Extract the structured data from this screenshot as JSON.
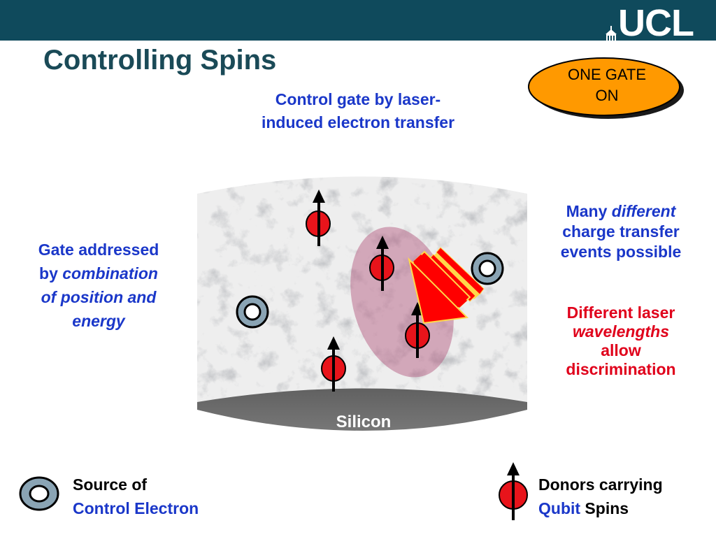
{
  "header": {
    "logo_text": "UCL",
    "title": "Controlling Spins"
  },
  "badge": {
    "line1": "ONE GATE",
    "line2": "ON",
    "fill_color": "#ff9900"
  },
  "center_heading": {
    "line1": "Control gate by laser-",
    "line2": "induced electron transfer"
  },
  "left_note": {
    "line1_normal": "Gate addressed",
    "line2_prefix": "by ",
    "line2_italic": "combination",
    "line3_italic": "of position and",
    "line4_italic": "energy"
  },
  "right_note_1": {
    "line1_normal": "Many ",
    "line1_italic": "different",
    "line2": "charge transfer",
    "line3": "events possible"
  },
  "right_note_2": {
    "line1": "Different laser",
    "line2_italic": "wavelengths",
    "line3": "allow",
    "line4": "discrimination"
  },
  "diagram": {
    "substrate_label": "Silicon",
    "icons": [
      "control-electron-source-icon",
      "donor-spin-icon",
      "laser-arrow-icon"
    ],
    "colors": {
      "text_blue": "#1a37c9",
      "text_red": "#e0001b",
      "donor_red": "#e8141b",
      "source_ring": "#8aa4b4",
      "laser_red": "#ff0000",
      "laser_yellow": "#ffd84a",
      "highlight_ellipse": "#b04f78"
    }
  },
  "legend": {
    "source_line1": "Source of",
    "source_line2": "Control Electron",
    "donor_line1": "Donors carrying",
    "donor_line2_blue": "Qubit",
    "donor_line2_rest": " Spins"
  }
}
